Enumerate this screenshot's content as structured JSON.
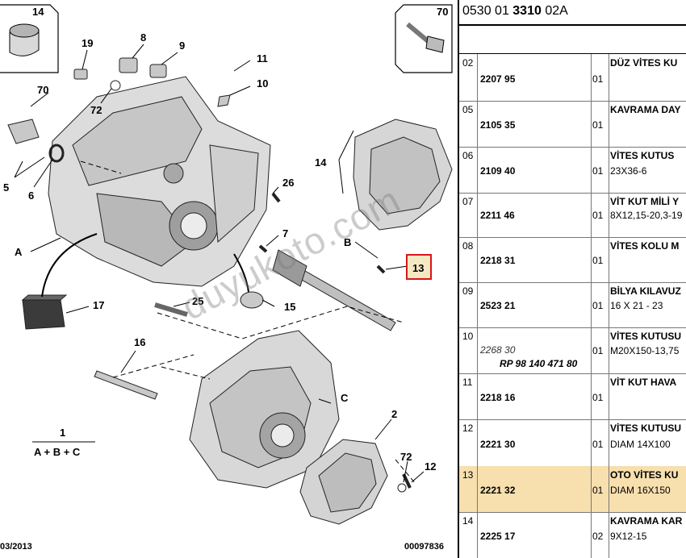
{
  "diagram": {
    "callouts": {
      "n14": "14",
      "n70": "70",
      "n19": "19",
      "n8": "8",
      "n9": "9",
      "n11": "11",
      "n10": "10",
      "n72a": "72",
      "n70b": "70",
      "n5": "5",
      "n6": "6",
      "nA": "A",
      "n26": "26",
      "n7": "7",
      "n14b": "14",
      "nB": "B",
      "n13": "13",
      "n17": "17",
      "n25": "25",
      "n15": "15",
      "n16": "16",
      "nC": "C",
      "n2": "2",
      "n72b": "72",
      "n12": "12",
      "n1": "1",
      "formula": "A + B + C"
    },
    "footer_left": "03/2013",
    "footer_right": "00097836",
    "watermark": "duyukoto.com",
    "highlight_color": "#d8141b"
  },
  "table": {
    "header": {
      "prefix": "0530 01 ",
      "bold": "3310",
      "suffix": " 02A"
    },
    "rows": [
      {
        "idx": "02",
        "ref": "2207 95",
        "qty": "01",
        "desc": "DÜZ VİTES KU",
        "spec": ""
      },
      {
        "idx": "05",
        "ref": "2105 35",
        "qty": "01",
        "desc": "KAVRAMA DAY",
        "spec": ""
      },
      {
        "idx": "06",
        "ref": "2109 40",
        "qty": "01",
        "desc": "VİTES KUTUS",
        "spec": "23X36-6"
      },
      {
        "idx": "07",
        "ref": "2211 46",
        "qty": "01",
        "desc": "VİT KUT MİLİ Y",
        "spec": "8X12,15-20,3-19"
      },
      {
        "idx": "08",
        "ref": "2218 31",
        "qty": "01",
        "desc": "VİTES KOLU M",
        "spec": ""
      },
      {
        "idx": "09",
        "ref": "2523 21",
        "qty": "01",
        "desc": "BİLYA KILAVUZ",
        "spec": "16 X 21 - 23"
      },
      {
        "idx": "10",
        "ref": "2268 30",
        "ref_rp": "RP 98 140 471 80",
        "qty": "01",
        "desc": "VİTES KUTUSU",
        "spec": "M20X150-13,75"
      },
      {
        "idx": "11",
        "ref": "2218 16",
        "qty": "01",
        "desc": "VİT KUT HAVA",
        "spec": ""
      },
      {
        "idx": "12",
        "ref": "2221 30",
        "qty": "01",
        "desc": "VİTES KUTUSU",
        "spec": "DIAM 14X100"
      },
      {
        "idx": "13",
        "ref": "2221 32",
        "qty": "01",
        "desc": "OTO VİTES KU",
        "spec": "DIAM 16X150",
        "highlight": true
      },
      {
        "idx": "14",
        "ref": "2225 17",
        "qty": "02",
        "desc": "KAVRAMA KAR",
        "spec": "9X12-15"
      }
    ]
  }
}
